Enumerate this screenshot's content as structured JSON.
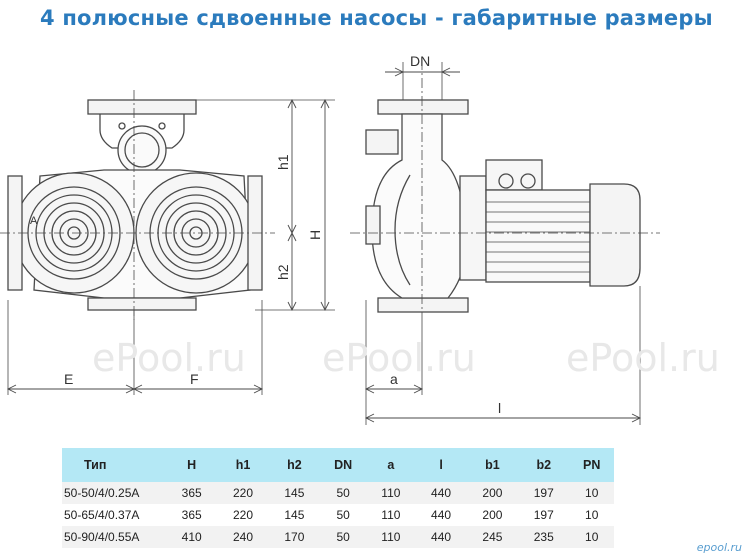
{
  "title": "4 полюсные сдвоенные насосы - габаритные размеры",
  "watermarks": [
    "ePool.ru",
    "ePool.ru",
    "ePool.ru"
  ],
  "drawing_labels": {
    "dn": "DN",
    "h1": "h1",
    "h2": "h2",
    "H": "H",
    "E": "E",
    "F": "F",
    "a": "a",
    "l": "l",
    "A": "A"
  },
  "table": {
    "headers": [
      "Тип",
      "H",
      "h1",
      "h2",
      "DN",
      "a",
      "l",
      "b1",
      "b2",
      "PN"
    ],
    "rows": [
      [
        "50-50/4/0.25A",
        "365",
        "220",
        "145",
        "50",
        "110",
        "440",
        "200",
        "197",
        "10"
      ],
      [
        "50-65/4/0.37A",
        "365",
        "220",
        "145",
        "50",
        "110",
        "440",
        "200",
        "197",
        "10"
      ],
      [
        "50-90/4/0.55A",
        "410",
        "240",
        "170",
        "50",
        "110",
        "440",
        "245",
        "235",
        "10"
      ]
    ]
  },
  "logo": "epool.ru"
}
